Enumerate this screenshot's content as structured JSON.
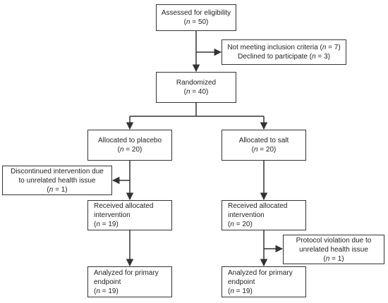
{
  "boxes": {
    "assessed": {
      "lines": [
        "Assessed for eligibility"
      ],
      "n": "50"
    },
    "excluded": {
      "lines": [],
      "items": [
        {
          "text": "Not meeting inclusion criteria (",
          "n": "7"
        },
        {
          "text": "Declined to participate (",
          "n": "3"
        }
      ]
    },
    "randomized": {
      "lines": [
        "Randomized"
      ],
      "n": "40"
    },
    "alloc_placebo": {
      "lines": [
        "Allocated to placebo"
      ],
      "n": "20"
    },
    "alloc_salt": {
      "lines": [
        "Allocated to salt"
      ],
      "n": "20"
    },
    "discontinued": {
      "lines": [
        "Discontinued intervention due",
        "to unrelated health issue"
      ],
      "n": "1"
    },
    "recv_placebo": {
      "lines": [
        "Received allocated",
        "intervention"
      ],
      "n": "19"
    },
    "recv_salt": {
      "lines": [
        "Received allocated",
        "intervention"
      ],
      "n": "20"
    },
    "protocol": {
      "lines": [
        "Protocol violation due to",
        "unrelated health issue"
      ],
      "n": "1"
    },
    "analyzed_placebo": {
      "lines": [
        "Analyzed for primary",
        "endpoint"
      ],
      "n": "19"
    },
    "analyzed_salt": {
      "lines": [
        "Analyzed for primary",
        "endpoint"
      ],
      "n": "19"
    }
  },
  "n_symbol": "n",
  "colors": {
    "line": "#333333",
    "box_border": "#333333",
    "text": "#222222"
  }
}
